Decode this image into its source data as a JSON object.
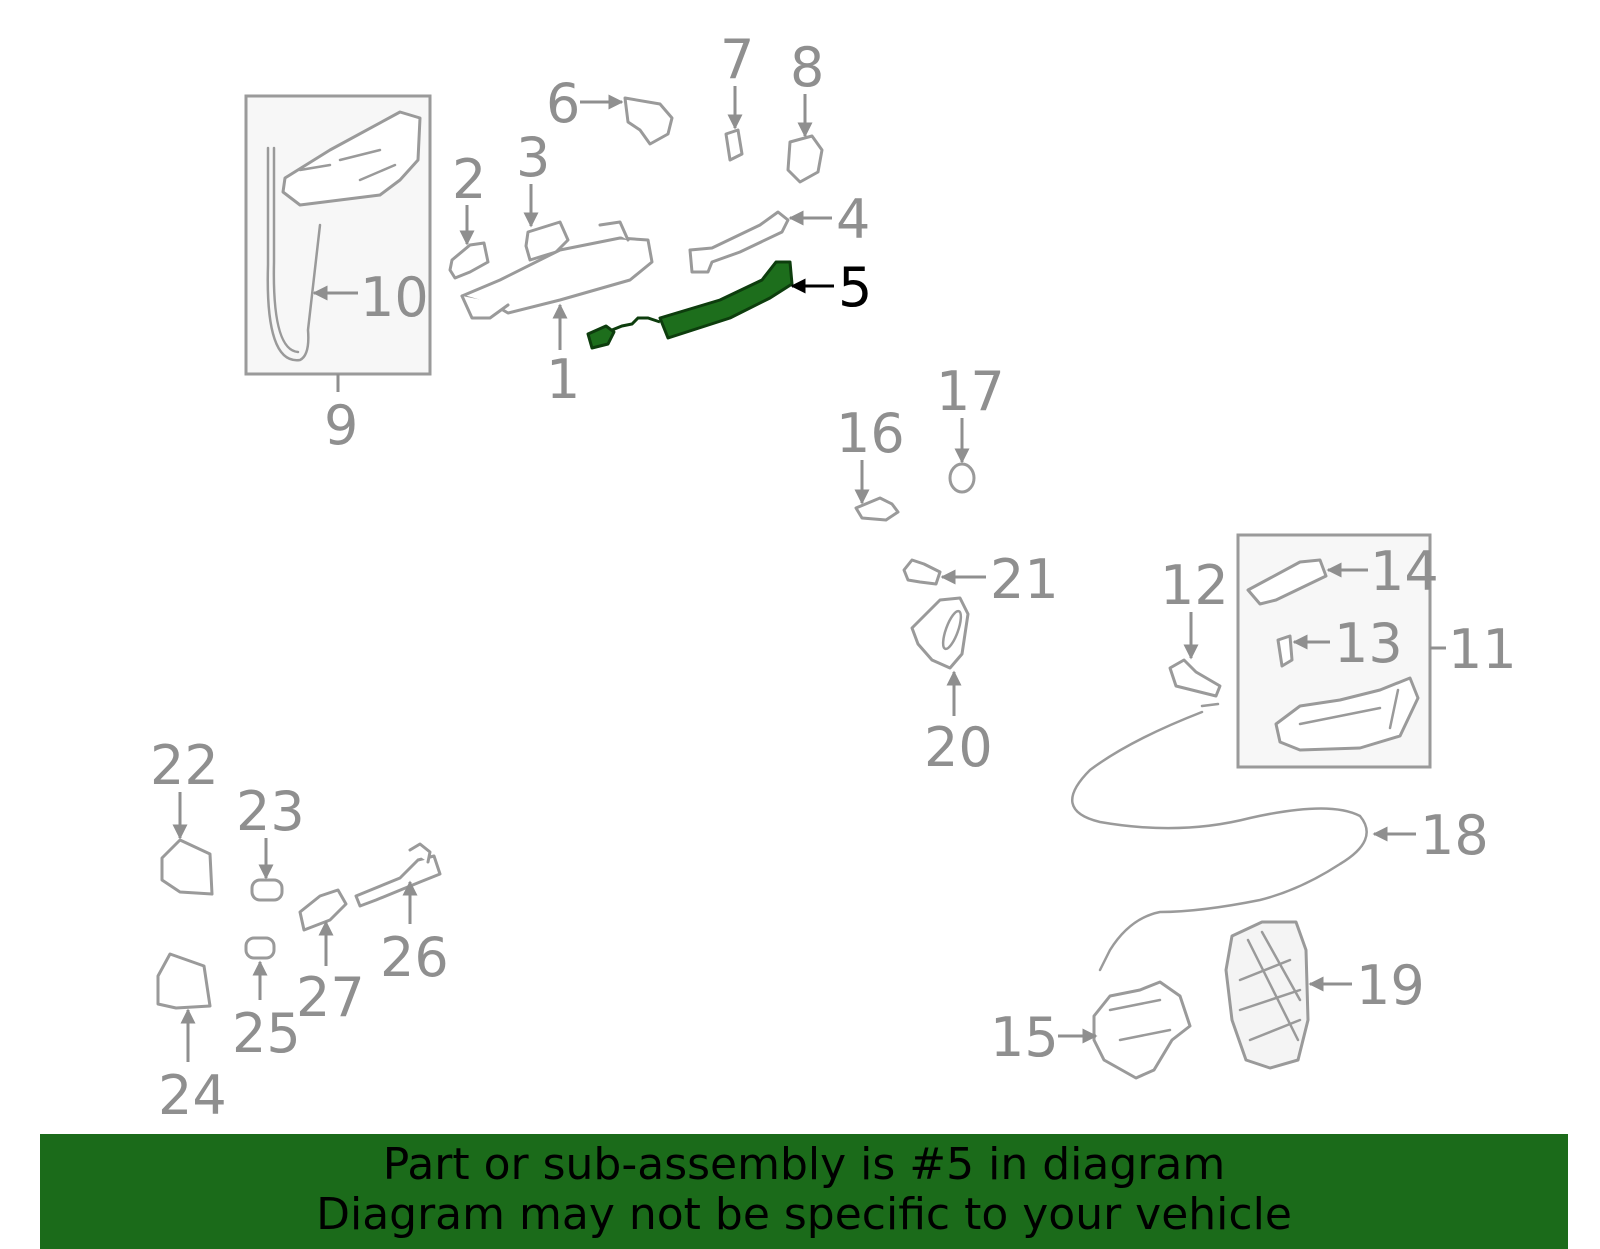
{
  "diagram": {
    "highlight_part": "5",
    "highlight_color": "#1d6e1c",
    "part_color": "#9a9a9a",
    "labels": {
      "p1": "1",
      "p2": "2",
      "p3": "3",
      "p4": "4",
      "p5": "5",
      "p6": "6",
      "p7": "7",
      "p8": "8",
      "p9": "9",
      "p10": "10",
      "p11": "11",
      "p12": "12",
      "p13": "13",
      "p14": "14",
      "p15": "15",
      "p16": "16",
      "p17": "17",
      "p18": "18",
      "p19": "19",
      "p20": "20",
      "p21": "21",
      "p22": "22",
      "p23": "23",
      "p24": "24",
      "p25": "25",
      "p26": "26",
      "p27": "27"
    }
  },
  "banner": {
    "background": "#1b6b1a",
    "line1": "Part or sub-assembly is #5 in diagram",
    "line2": "Diagram may not be specific to your vehicle"
  }
}
